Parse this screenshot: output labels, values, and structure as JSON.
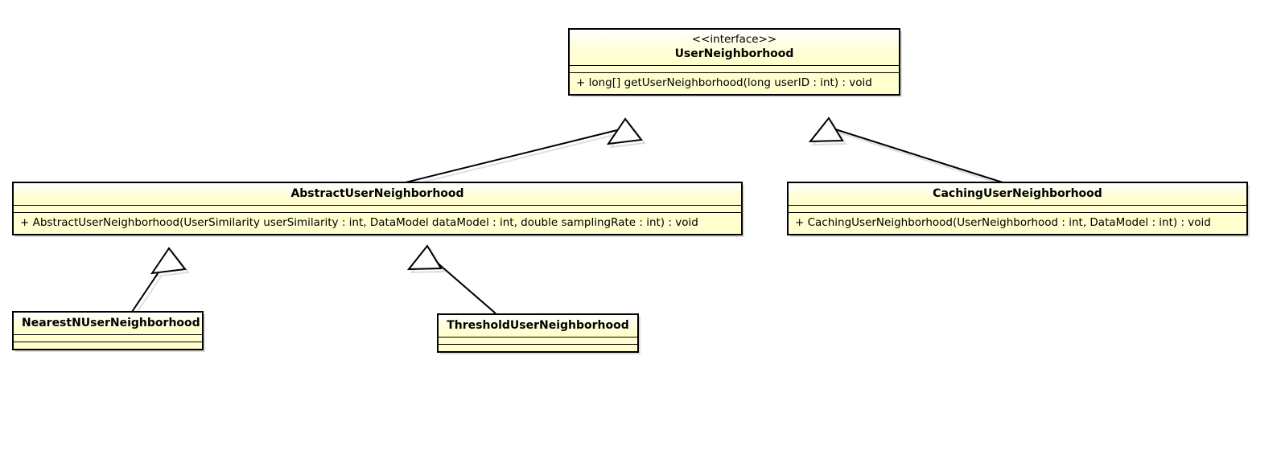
{
  "diagram": {
    "kind": "uml-class-diagram",
    "title": "UserNeighborhood class hierarchy",
    "colors": {
      "box_fill": "#FEFECE",
      "box_border": "#000000",
      "shadow": "#D8D8D8",
      "background": "#FFFFFF",
      "line": "#000000"
    }
  },
  "classes": {
    "user_neighborhood": {
      "stereotype": "<<interface>>",
      "name": "UserNeighborhood",
      "attributes": [],
      "methods": [
        "+ long[] getUserNeighborhood(long userID : int) : void"
      ]
    },
    "abstract_user_neighborhood": {
      "stereotype": "",
      "name": "AbstractUserNeighborhood",
      "attributes": [],
      "methods": [
        "+ AbstractUserNeighborhood(UserSimilarity userSimilarity : int, DataModel dataModel : int, double samplingRate : int) : void"
      ]
    },
    "caching_user_neighborhood": {
      "stereotype": "",
      "name": "CachingUserNeighborhood",
      "attributes": [],
      "methods": [
        "+ CachingUserNeighborhood(UserNeighborhood : int, DataModel : int) : void"
      ]
    },
    "nearest_n_user_neighborhood": {
      "stereotype": "",
      "name": "NearestNUserNeighborhood",
      "attributes": [],
      "methods": []
    },
    "threshold_user_neighborhood": {
      "stereotype": "",
      "name": "ThresholdUserNeighborhood",
      "attributes": [],
      "methods": []
    }
  },
  "relationships": [
    {
      "type": "generalization",
      "from": "AbstractUserNeighborhood",
      "to": "UserNeighborhood"
    },
    {
      "type": "generalization",
      "from": "CachingUserNeighborhood",
      "to": "UserNeighborhood"
    },
    {
      "type": "generalization",
      "from": "NearestNUserNeighborhood",
      "to": "AbstractUserNeighborhood"
    },
    {
      "type": "generalization",
      "from": "ThresholdUserNeighborhood",
      "to": "AbstractUserNeighborhood"
    }
  ]
}
